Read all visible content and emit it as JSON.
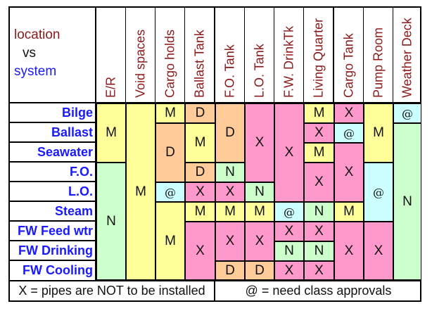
{
  "corner": {
    "line1": "location",
    "line2": "vs",
    "line3": "system"
  },
  "columns": [
    "E/R",
    "Void spaces",
    "Cargo holds",
    "Ballast Tank",
    "F.O. Tank",
    "L.O. Tank",
    "F.W. DrinkTk",
    "Living Quarter",
    "Cargo Tank",
    "Pump Room",
    "Weather Deck"
  ],
  "rows": [
    "Bilge",
    "Ballast",
    "Seawater",
    "F.O.",
    "L.O.",
    "Steam",
    "FW Feed wtr",
    "FW Drinking",
    "FW Cooling"
  ],
  "colors": {
    "M": "#ffff99",
    "D": "#ffcc99",
    "X": "#ff99cc",
    "N": "#ccffcc",
    "@": "#ccffff"
  },
  "cells": [
    {
      "col": 0,
      "row": 0,
      "rowspan": 3,
      "value": "M"
    },
    {
      "col": 0,
      "row": 3,
      "rowspan": 6,
      "value": "N"
    },
    {
      "col": 1,
      "row": 0,
      "rowspan": 9,
      "value": "M"
    },
    {
      "col": 2,
      "row": 0,
      "rowspan": 1,
      "value": "M"
    },
    {
      "col": 2,
      "row": 1,
      "rowspan": 3,
      "value": "D"
    },
    {
      "col": 2,
      "row": 4,
      "rowspan": 1,
      "value": "@"
    },
    {
      "col": 2,
      "row": 5,
      "rowspan": 4,
      "value": "M"
    },
    {
      "col": 3,
      "row": 0,
      "rowspan": 1,
      "value": "D"
    },
    {
      "col": 3,
      "row": 1,
      "rowspan": 2,
      "value": "M"
    },
    {
      "col": 3,
      "row": 3,
      "rowspan": 1,
      "value": "D"
    },
    {
      "col": 3,
      "row": 4,
      "rowspan": 1,
      "value": "X"
    },
    {
      "col": 3,
      "row": 5,
      "rowspan": 1,
      "value": "M"
    },
    {
      "col": 3,
      "row": 6,
      "rowspan": 3,
      "value": "X"
    },
    {
      "col": 4,
      "row": 0,
      "rowspan": 3,
      "value": "D"
    },
    {
      "col": 4,
      "row": 3,
      "rowspan": 1,
      "value": "N"
    },
    {
      "col": 4,
      "row": 4,
      "rowspan": 1,
      "value": "X"
    },
    {
      "col": 4,
      "row": 5,
      "rowspan": 1,
      "value": "M"
    },
    {
      "col": 4,
      "row": 6,
      "rowspan": 2,
      "value": "X"
    },
    {
      "col": 4,
      "row": 8,
      "rowspan": 1,
      "value": "D"
    },
    {
      "col": 5,
      "row": 0,
      "rowspan": 4,
      "value": "X"
    },
    {
      "col": 5,
      "row": 4,
      "rowspan": 1,
      "value": "N"
    },
    {
      "col": 5,
      "row": 5,
      "rowspan": 1,
      "value": "M"
    },
    {
      "col": 5,
      "row": 6,
      "rowspan": 2,
      "value": "X"
    },
    {
      "col": 5,
      "row": 8,
      "rowspan": 1,
      "value": "D"
    },
    {
      "col": 6,
      "row": 0,
      "rowspan": 5,
      "value": "X"
    },
    {
      "col": 6,
      "row": 5,
      "rowspan": 1,
      "value": "@"
    },
    {
      "col": 6,
      "row": 6,
      "rowspan": 1,
      "value": "X"
    },
    {
      "col": 6,
      "row": 7,
      "rowspan": 1,
      "value": "N"
    },
    {
      "col": 6,
      "row": 8,
      "rowspan": 1,
      "value": "X"
    },
    {
      "col": 7,
      "row": 0,
      "rowspan": 1,
      "value": "M"
    },
    {
      "col": 7,
      "row": 1,
      "rowspan": 1,
      "value": "X"
    },
    {
      "col": 7,
      "row": 2,
      "rowspan": 1,
      "value": "M"
    },
    {
      "col": 7,
      "row": 3,
      "rowspan": 2,
      "value": "X"
    },
    {
      "col": 7,
      "row": 5,
      "rowspan": 1,
      "value": "N"
    },
    {
      "col": 7,
      "row": 6,
      "rowspan": 1,
      "value": "X"
    },
    {
      "col": 7,
      "row": 7,
      "rowspan": 1,
      "value": "N"
    },
    {
      "col": 7,
      "row": 8,
      "rowspan": 1,
      "value": "X"
    },
    {
      "col": 8,
      "row": 0,
      "rowspan": 1,
      "value": "X"
    },
    {
      "col": 8,
      "row": 1,
      "rowspan": 1,
      "value": "@"
    },
    {
      "col": 8,
      "row": 2,
      "rowspan": 3,
      "value": "X"
    },
    {
      "col": 8,
      "row": 5,
      "rowspan": 1,
      "value": "M"
    },
    {
      "col": 8,
      "row": 6,
      "rowspan": 3,
      "value": "X"
    },
    {
      "col": 9,
      "row": 0,
      "rowspan": 3,
      "value": "M"
    },
    {
      "col": 9,
      "row": 3,
      "rowspan": 3,
      "value": "@"
    },
    {
      "col": 9,
      "row": 6,
      "rowspan": 3,
      "value": "X"
    },
    {
      "col": 10,
      "row": 0,
      "rowspan": 1,
      "value": "@"
    },
    {
      "col": 10,
      "row": 1,
      "rowspan": 8,
      "value": "N"
    }
  ],
  "legend": {
    "x_note": "X = pipes are NOT to be installed",
    "at_note": "@ = need class approvals"
  }
}
